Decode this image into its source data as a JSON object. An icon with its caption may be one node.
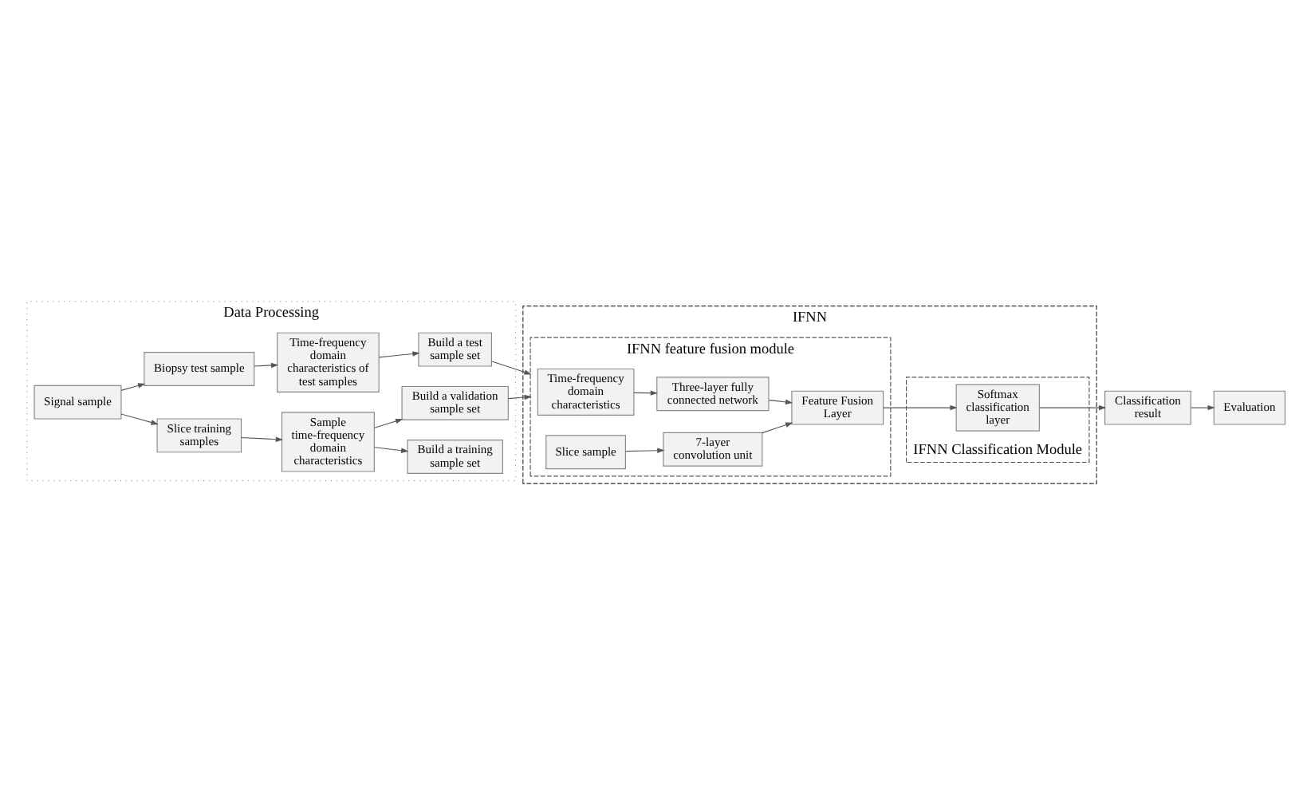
{
  "diagram": {
    "nodes": [
      {
        "text": [
          "Data Processing"
        ]
      },
      {
        "text": [
          "Signal sample"
        ],
        "in": 0
      },
      {
        "text": [
          "Slice training samples"
        ],
        "in": 0
      },
      {
        "text": [
          "Sample time-frequency domain characteristics"
        ],
        "in": 0
      },
      {
        "text": [
          "Build a training sample set"
        ],
        "in": 0
      },
      {
        "text": [
          "Build a validation sample set"
        ],
        "in": 0
      },
      {
        "text": [
          "Biopsy test sample"
        ],
        "in": 0
      },
      {
        "text": [
          "Time-frequency domain characteristics of test samples"
        ],
        "in": 0
      },
      {
        "text": [
          "Build a test sample set"
        ],
        "in": 0
      },
      {
        "text": [
          "IFNN"
        ]
      },
      {
        "text": [
          "IFNN feature fusion module"
        ],
        "in": 9
      },
      {
        "text": [
          "Time-frequency domain characteristics"
        ],
        "in": 10
      },
      {
        "text": [
          "Slice sample"
        ],
        "in": 10
      },
      {
        "text": [
          "Three-layer fully connected network"
        ],
        "in": 10
      },
      {
        "text": [
          "7-layer convolution unit"
        ],
        "in": 10
      },
      {
        "text": [
          "Feature Fusion Layer"
        ],
        "in": 10
      },
      {
        "text": [
          "IFNN Classification Module"
        ],
        "in": 9
      },
      {
        "text": [
          "Softmax classification layer"
        ],
        "in": 16
      },
      {
        "text": [
          "Classification result"
        ]
      },
      {
        "text": [
          "Evaluation"
        ]
      }
    ],
    "edges": [
      {
        "from": 1,
        "to": 2,
        "arrow": "to"
      },
      {
        "from": 1,
        "to": 6,
        "arrow": "to"
      },
      {
        "from": 2,
        "to": 3,
        "arrow": "to"
      },
      {
        "from": 3,
        "to": 4,
        "arrow": "to"
      },
      {
        "from": 3,
        "to": 5,
        "arrow": "to"
      },
      {
        "from": 6,
        "to": 7,
        "arrow": "to"
      },
      {
        "from": 7,
        "to": 8,
        "arrow": "to"
      },
      {
        "from": 5,
        "to": 10,
        "arrow": "to"
      },
      {
        "from": 8,
        "to": 10,
        "arrow": "to"
      },
      {
        "from": 11,
        "to": 13,
        "arrow": "to"
      },
      {
        "from": 12,
        "to": 14,
        "arrow": "to"
      },
      {
        "from": 13,
        "to": 15,
        "arrow": "to"
      },
      {
        "from": 14,
        "to": 15,
        "arrow": "to"
      },
      {
        "from": 15,
        "to": 17,
        "arrow": "to"
      },
      {
        "from": 17,
        "to": 18,
        "arrow": "to"
      },
      {
        "from": 18,
        "to": 19,
        "arrow": "to"
      }
    ]
  }
}
